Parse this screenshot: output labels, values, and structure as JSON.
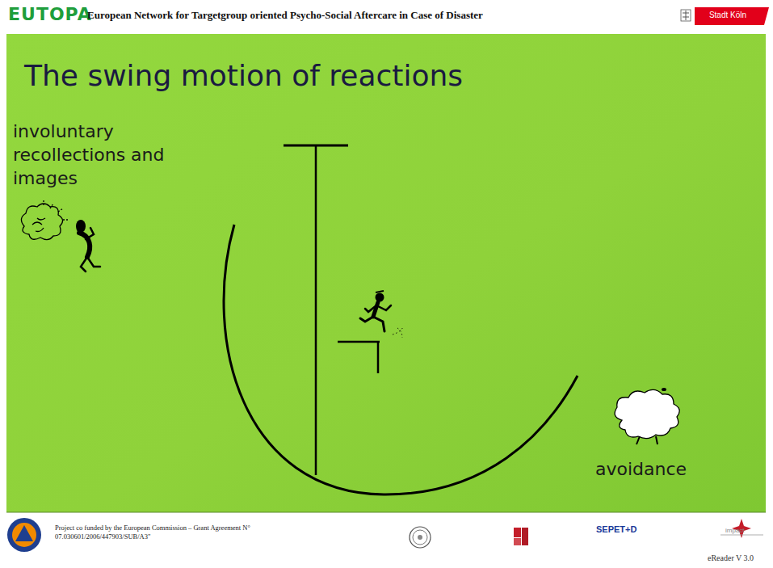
{
  "diagram": {
    "title": "The swing motion of reactions",
    "labels": [
      "EUTOPA",
      "European Network for Targetgroup oriented Psycho-Social Aftercare in Case of Disaster",
      "Stadt Köln",
      "involuntary recollections and images",
      "avoidance",
      "Project co funded by the European Commission – Grant Agreement N° 07.030601/2006/447903/SUB/A3\"",
      "SEPET+D",
      "impact",
      "eReader V 3.0"
    ]
  }
}
